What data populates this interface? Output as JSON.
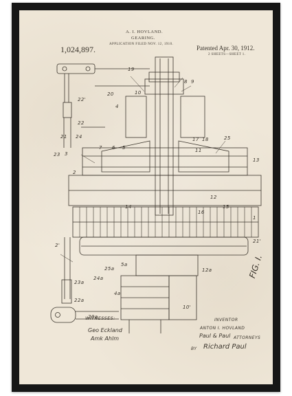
{
  "patent": {
    "inventor_header": "A. I. HOVLAND.",
    "title": "GEARING.",
    "application": "APPLICATION FILED NOV. 12, 1910.",
    "number": "1,024,897.",
    "patented": "Patented Apr. 30, 1912.",
    "sheets": "2 SHEETS—SHEET 1.",
    "figure_label": "FIG. I.",
    "witnesses_label": "WITNESSES:",
    "inventor_label": "INVENTOR",
    "inventor_name": "ANTON I. HOVLAND",
    "by_label": "BY",
    "attorneys_label": "ATTORNEYS",
    "witness_signature_1": "Geo Eckland",
    "witness_signature_2": "Amk Ahlm",
    "attorney_signature": "Paul & Paul",
    "by_signature": "Richard Paul"
  },
  "reference_numerals": [
    "19",
    "20",
    "8",
    "9",
    "10",
    "4",
    "22'",
    "22",
    "21",
    "24",
    "3",
    "7",
    "6",
    "5",
    "17",
    "18",
    "25",
    "11",
    "23",
    "2",
    "13",
    "12",
    "15",
    "14",
    "16",
    "21'",
    "1",
    "2'",
    "12a",
    "10'",
    "5a",
    "22a",
    "23a",
    "4a",
    "20a",
    "25a",
    "24a"
  ],
  "colors": {
    "frame": "#161616",
    "paper": "#efe7d8",
    "ink": "#3a342c"
  }
}
